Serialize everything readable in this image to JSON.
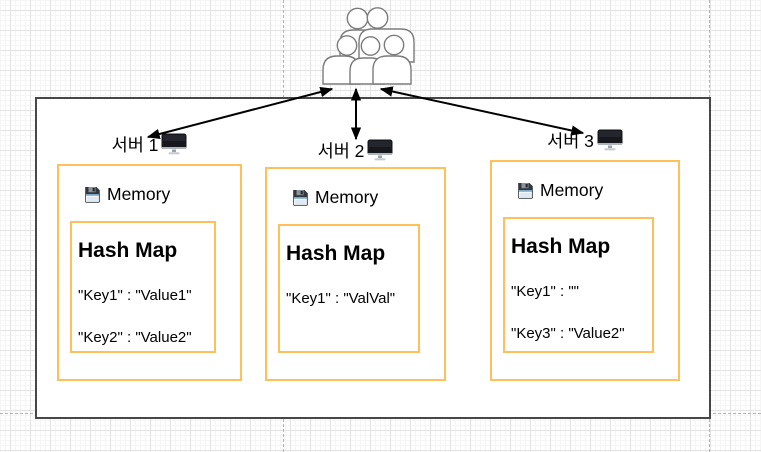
{
  "diagram": {
    "client_group": {
      "icon": "user-group",
      "description_visible": ""
    },
    "servers": [
      {
        "label": "서버 1",
        "memory": {
          "label": "Memory"
        },
        "hashmap": {
          "title": "Hash Map",
          "entries": [
            "\"Key1\" : \"Value1\"",
            "\"Key2\" : \"Value2\""
          ]
        }
      },
      {
        "label": "서버 2",
        "memory": {
          "label": "Memory"
        },
        "hashmap": {
          "title": "Hash Map",
          "entries": [
            "\"Key1\" : \"ValVal\""
          ]
        }
      },
      {
        "label": "서버 3",
        "memory": {
          "label": "Memory"
        },
        "hashmap": {
          "title": "Hash Map",
          "entries": [
            "\"Key1\" : \"\"",
            "\"Key3\" : \"Value2\""
          ]
        }
      }
    ],
    "colors": {
      "server_box_border": "#FFC05C",
      "outer_box_border": "#474747",
      "arrow": "#000000",
      "grid_major": "#e3e3e3",
      "grid_minor": "#f5f5f5",
      "page_boundary_dash": "#b3b3b3"
    }
  }
}
